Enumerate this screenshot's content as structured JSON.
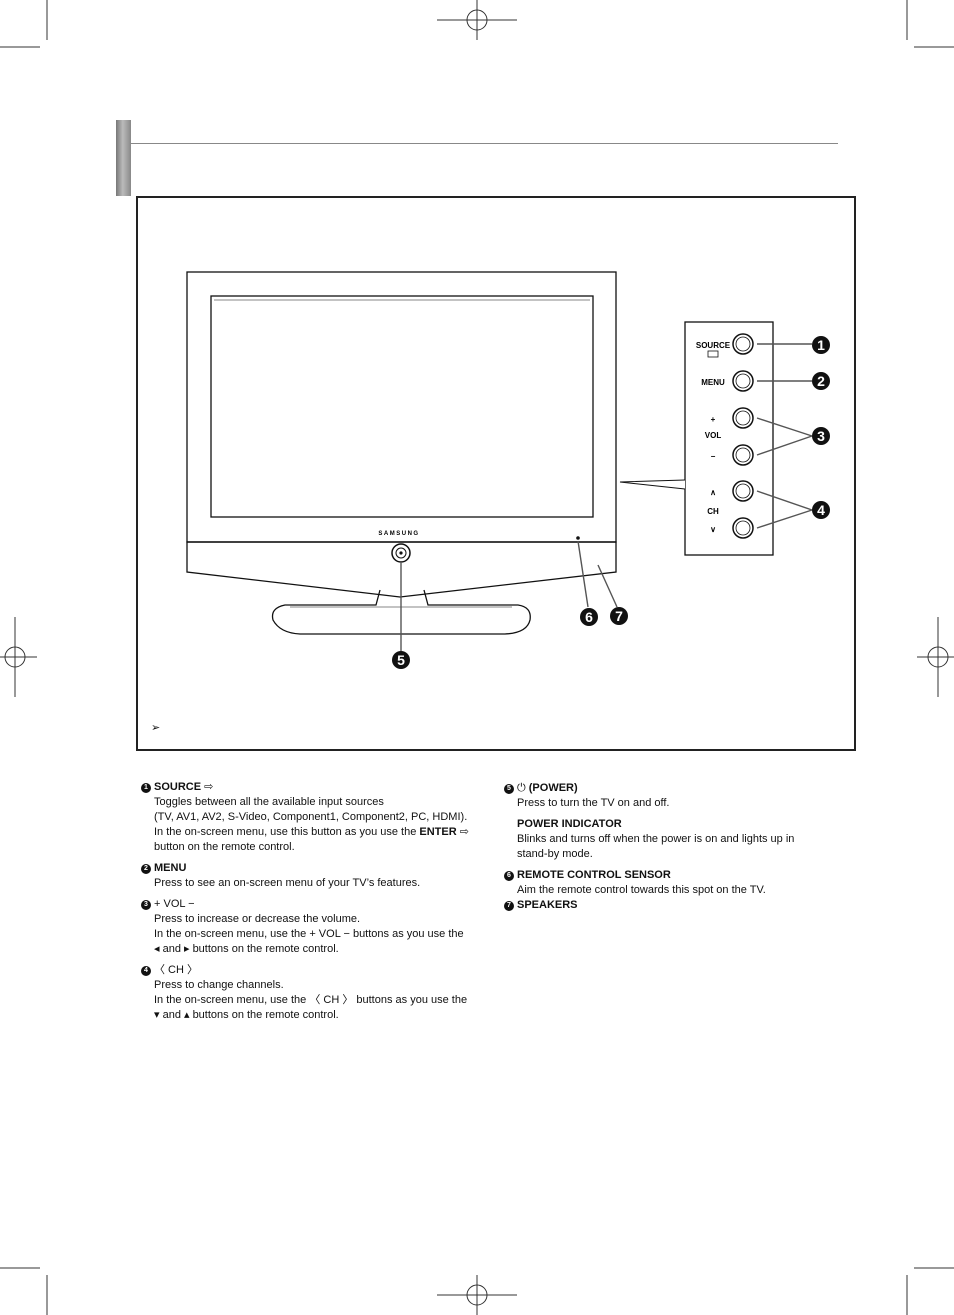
{
  "figure": {
    "brand": "SAMSUNG",
    "note_marker": "➢",
    "panel": {
      "source_label": "SOURCE",
      "menu_label": "MENU",
      "vol_plus": "+",
      "vol_label": "VOL",
      "vol_minus": "−",
      "ch_up": "∧",
      "ch_label": "CH",
      "ch_down": "∨"
    },
    "callouts": [
      "1",
      "2",
      "3",
      "4",
      "5",
      "6",
      "7"
    ]
  },
  "left_items": [
    {
      "num": "1",
      "title": "SOURCE",
      "icon": "⇨",
      "lines": [
        "Toggles between all the available input sources",
        "(TV, AV1, AV2, S-Video, Component1, Component2, PC, HDMI)."
      ],
      "line3_pre": "In the on-screen menu, use this button as you use the ",
      "line3_bold": "ENTER",
      "line3_icon": "⇨",
      "line4": "button on the remote control."
    },
    {
      "num": "2",
      "title": "MENU",
      "lines": [
        "Press to see an on-screen menu of your TV’s features."
      ]
    },
    {
      "num": "3",
      "title": "+ VOL −",
      "lines": [
        "Press to increase or decrease the volume."
      ],
      "line2_pre": "In the on-screen menu, use the ",
      "line2_sym": "+ VOL −",
      "line2_post": " buttons as you use the",
      "line3": "◂  and  ▸  buttons on the remote control."
    },
    {
      "num": "4",
      "title": "〈 CH 〉",
      "lines": [
        "Press to change channels."
      ],
      "line2_pre": "In the on-screen menu, use the ",
      "line2_sym": "〈 CH 〉",
      "line2_post": " buttons as you use the",
      "line3": "▾  and  ▴  buttons on the remote control."
    }
  ],
  "right_items": [
    {
      "num": "5",
      "icon": "⏻",
      "title": "(POWER)",
      "lines": [
        "Press to turn the TV on and off."
      ],
      "sub_title": "POWER INDICATOR",
      "sub_lines": [
        "Blinks and turns off when the power is on and lights up in",
        "stand-by mode."
      ]
    },
    {
      "num": "6",
      "title": "REMOTE CONTROL SENSOR",
      "lines": [
        "Aim the remote control towards this spot on the TV."
      ]
    },
    {
      "num": "7",
      "title": "SPEAKERS",
      "lines": []
    }
  ]
}
